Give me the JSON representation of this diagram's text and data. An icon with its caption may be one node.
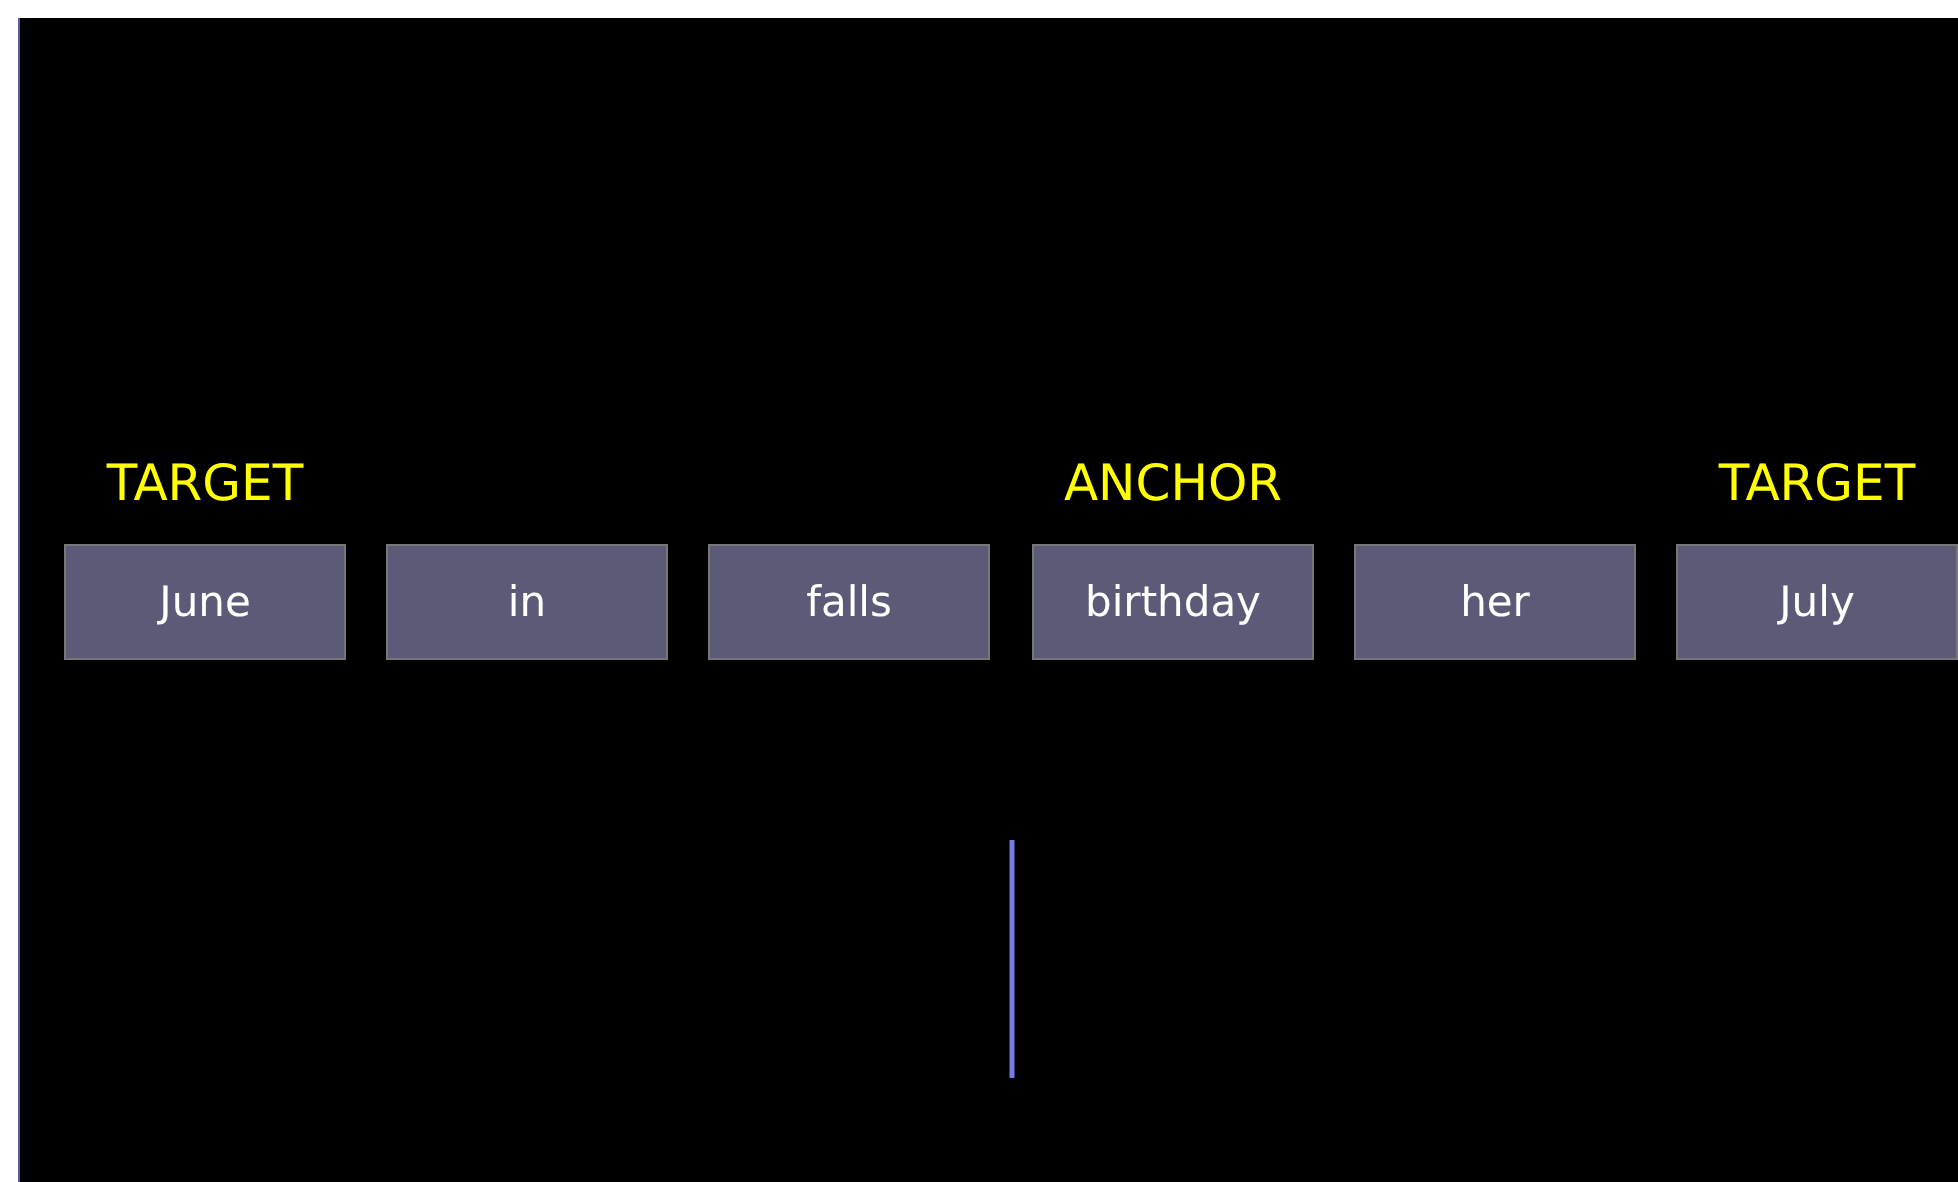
{
  "diagram": {
    "nodes": [
      {
        "text": [
          "June"
        ],
        "beside": [
          "TARGET"
        ]
      },
      {
        "text": [
          "in"
        ]
      },
      {
        "text": [
          "falls"
        ]
      },
      {
        "text": [
          "birthday"
        ],
        "beside": [
          "ANCHOR"
        ]
      },
      {
        "text": [
          "her"
        ]
      },
      {
        "text": [
          "July"
        ],
        "beside": [
          "TARGET"
        ]
      }
    ]
  }
}
